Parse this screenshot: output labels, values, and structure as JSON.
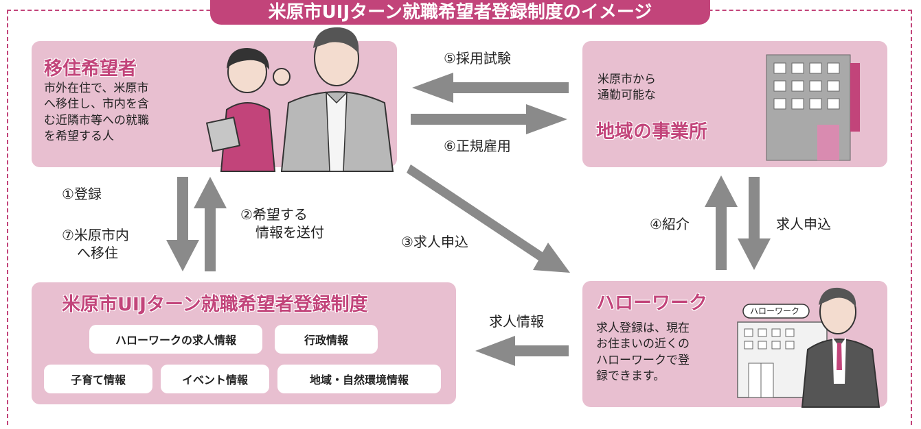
{
  "title": "米原市UIJターン就職希望者登録制度のイメージ",
  "migrant": {
    "title": "移住希望者",
    "desc": [
      "市外在住で、米原市",
      "へ移住し、市内を含",
      "む近隣市等への就職",
      "を希望する人"
    ]
  },
  "employer": {
    "pre": [
      "米原市から",
      "通勤可能な"
    ],
    "title": "地域の事業所"
  },
  "system": {
    "title": "米原市UIJターン就職希望者登録制度",
    "pills": [
      "ハローワークの求人情報",
      "行政情報",
      "子育て情報",
      "イベント情報",
      "地域・自然環境情報"
    ]
  },
  "hellowork": {
    "title": "ハローワーク",
    "desc": [
      "求人登録は、現在",
      "お住まいの近くの",
      "ハローワークで登",
      "録できます。"
    ],
    "sign": "ハローワーク"
  },
  "flows": {
    "f1": "①登録",
    "f2": [
      "②希望する",
      "情報を送付"
    ],
    "f3": "③求人申込",
    "f4": "④紹介",
    "f4b": "求人申込",
    "f5": "⑤採用試験",
    "f6": "⑥正規雇用",
    "f7": [
      "⑦米原市内",
      "へ移住"
    ],
    "jobinfo": "求人情報"
  },
  "colors": {
    "accent": "#c2447a",
    "box": "#e8bfd0",
    "arrow": "#8a8a8a"
  }
}
